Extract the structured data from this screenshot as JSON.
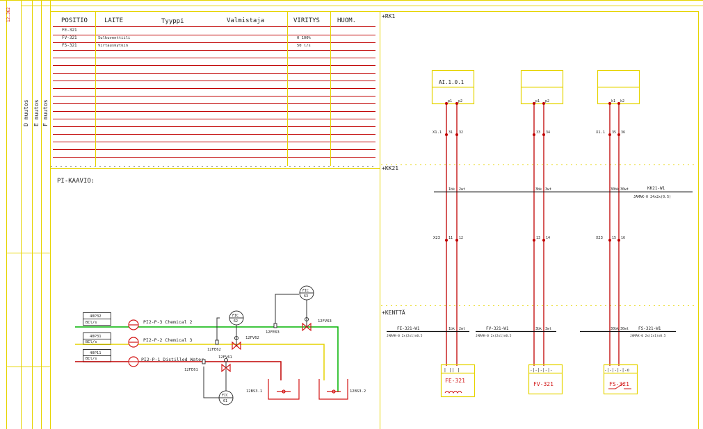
{
  "colors": {
    "frame": "#e6d400",
    "wire": "#c00000",
    "green": "#00b400",
    "text": "#222222",
    "tag": "#d21414"
  },
  "left_strip": {
    "tiny_tag": "12.362",
    "revisions": [
      "D muutos",
      "E muutos",
      "F muutos"
    ]
  },
  "table": {
    "headers": [
      "POSITIO",
      "LAITE",
      "Tyyppi",
      "Valmistaja",
      "VIRITYS",
      "HUOM."
    ],
    "rows": [
      {
        "pos": "FE-321",
        "device": "",
        "setting": ""
      },
      {
        "pos": "FV-321",
        "device": "Sulkuventtiili",
        "setting": "0 100%"
      },
      {
        "pos": "FS-321",
        "device": "Virtauskytkin",
        "setting": "50 l/s"
      }
    ]
  },
  "pi": {
    "title": "PI-KAAVIO:",
    "inlets": [
      {
        "tag": "40P32",
        "unit": "BCl/s",
        "line": "PI2-P-3 Chemical 2"
      },
      {
        "tag": "40P31",
        "unit": "BCl/s",
        "line": "PI2-P-2 Chemical 3"
      },
      {
        "tag": "40P11",
        "unit": "BCl/s",
        "line": "PI2-P-1 Distilled Water"
      }
    ],
    "instruments": {
      "fic_top": [
        "FIC",
        "63"
      ],
      "fic_mid": [
        "FIC",
        "62"
      ],
      "fic_bot": [
        "FIC",
        "61"
      ]
    },
    "tags": {
      "fv63": "12FV63",
      "fe63": "12FE63",
      "fv62": "12FV62",
      "fe62": "12FE62",
      "fv61": "12FV61",
      "fe61": "12FE61",
      "tank1": "12BS3.1",
      "tank2": "12BS3.2"
    }
  },
  "sections": {
    "rk": "+RK1",
    "kk": "+KK21",
    "field": "+KENTTÄ"
  },
  "cabinet": {
    "boxes": [
      "AI.1.0.1",
      "",
      ""
    ],
    "terminals_top": [
      [
        "p1",
        "p2"
      ],
      [
        "p1",
        "p2"
      ],
      [
        "k1",
        "k2"
      ]
    ],
    "x_terms": [
      [
        "X1.1",
        "31",
        "32"
      ],
      [
        "",
        "33",
        "34"
      ],
      [
        "X1.1",
        "35",
        "36"
      ]
    ],
    "cable_numbers": [
      [
        "1bk",
        "2wt"
      ],
      [
        "3bk",
        "3wt"
      ],
      [
        "30bk",
        "30wt"
      ]
    ],
    "kk_cable": [
      "KK21-W1",
      "JAMAK-0 24x2x(0.5)"
    ],
    "x23": [
      [
        "X23",
        "11",
        "12"
      ],
      [
        "",
        "13",
        "14"
      ],
      [
        "X23",
        "15",
        "16"
      ]
    ]
  },
  "field": {
    "cables": [
      {
        "name": "FE-321-W1",
        "type": "JAMAK-0 2x(2x1)x0.5"
      },
      {
        "name": "FV-321-W1",
        "type": "JAMAK-0 2x(2x1)x0.5"
      },
      {
        "name": "FS-321-W1",
        "type": "JAMAK-0 2x(2x1)x0.5"
      }
    ],
    "device_tags": [
      "FE-321",
      "FV-321",
      "FS-321"
    ],
    "terminal_marks": [
      "| || |",
      "-|-|-|-|-",
      "-|-|-|-|-o"
    ]
  }
}
